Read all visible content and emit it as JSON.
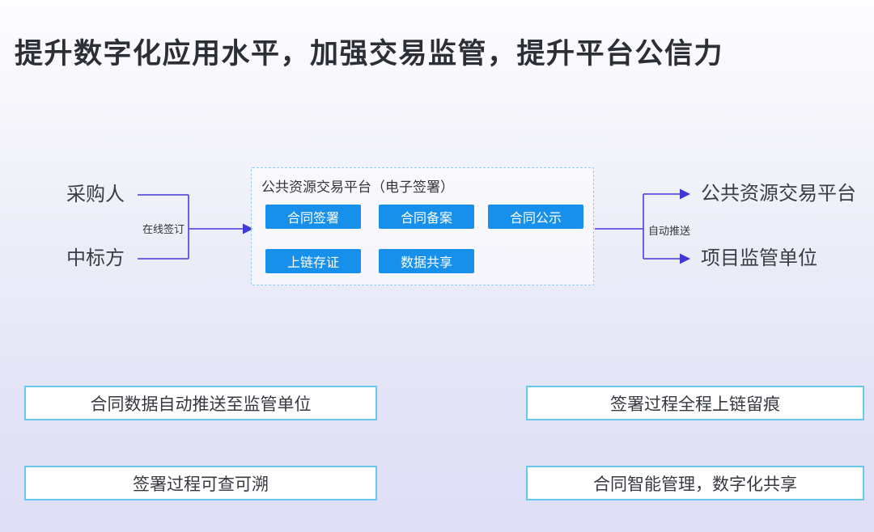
{
  "title": "提升数字化应用水平，加强交易监管，提升平台公信力",
  "flow": {
    "left_parties": [
      {
        "label": "采购人"
      },
      {
        "label": "中标方"
      }
    ],
    "left_arrow_label": "在线签订",
    "platform": {
      "title": "公共资源交易平台（电子签署）",
      "modules": [
        "合同签署",
        "合同备案",
        "合同公示",
        "上链存证",
        "数据共享"
      ]
    },
    "right_arrow_label": "自动推送",
    "right_targets": [
      {
        "label": "公共资源交易平台"
      },
      {
        "label": "项目监管单位"
      }
    ]
  },
  "benefits": [
    "合同数据自动推送至监管单位",
    "签署过程全程上链留痕",
    "签署过程可查可溯",
    "合同智能管理，数字化共享"
  ],
  "colors": {
    "accent_blue": "#1690ea",
    "connector_purple": "#5b51e1",
    "dashed_border": "#8ccdf0",
    "benefit_border": "#68c8ec"
  }
}
